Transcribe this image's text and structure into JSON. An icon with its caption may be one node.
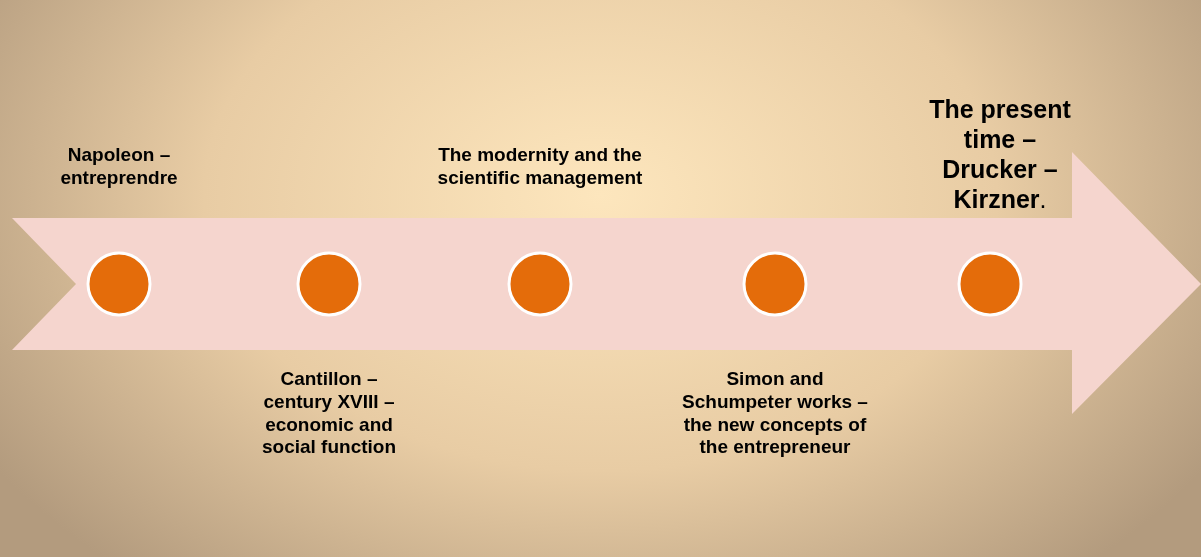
{
  "diagram": {
    "nodes": [
      {
        "text": [],
        "shape": "circle",
        "beside": [
          "Napoleon – entreprendre"
        ]
      },
      {
        "text": [],
        "shape": "circle",
        "beside": [
          "Cantillon – century XVIII – economic and social function"
        ]
      },
      {
        "text": [],
        "shape": "circle",
        "beside": [
          "The modernity and the scientific management"
        ]
      },
      {
        "text": [],
        "shape": "circle",
        "beside": [
          "Simon and Schumpeter works – the new concepts of the entrepreneur"
        ]
      },
      {
        "text": [],
        "shape": "circle",
        "beside": [
          "**The present time – Drucker – Kirzner**."
        ]
      }
    ]
  }
}
